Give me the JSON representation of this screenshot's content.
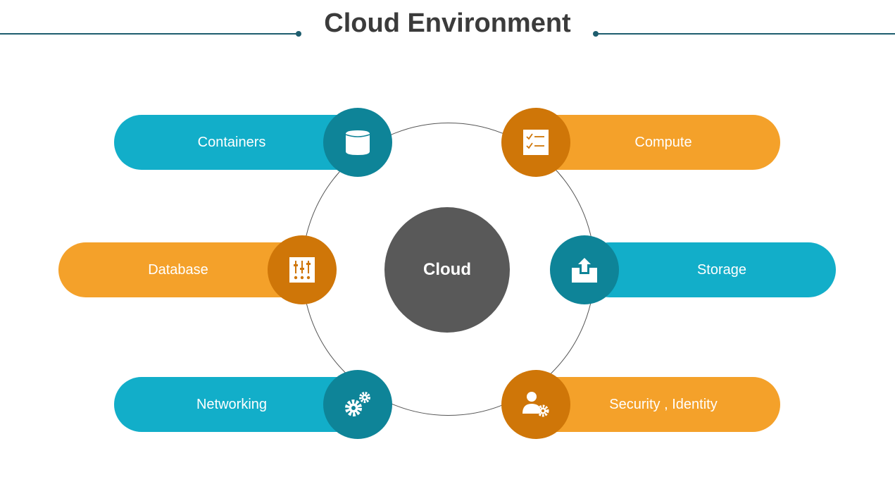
{
  "header": {
    "title": "Cloud Environment"
  },
  "center": {
    "label": "Cloud"
  },
  "nodes": {
    "containers": {
      "label": "Containers",
      "icon": "database-cylinder-icon"
    },
    "compute": {
      "label": "Compute",
      "icon": "checklist-icon"
    },
    "database": {
      "label": "Database",
      "icon": "mixer-sliders-icon"
    },
    "storage": {
      "label": "Storage",
      "icon": "upload-box-icon"
    },
    "networking": {
      "label": "Networking",
      "icon": "gears-icon"
    },
    "security": {
      "label": "Security , Identity",
      "icon": "user-gear-icon"
    }
  },
  "colors": {
    "blue": "#12aec9",
    "blue_dark": "#0e8498",
    "orange": "#f4a12a",
    "orange_dark": "#cf7608",
    "core": "#595959",
    "title": "#3b3b3b",
    "rule": "#1e5d6e"
  }
}
